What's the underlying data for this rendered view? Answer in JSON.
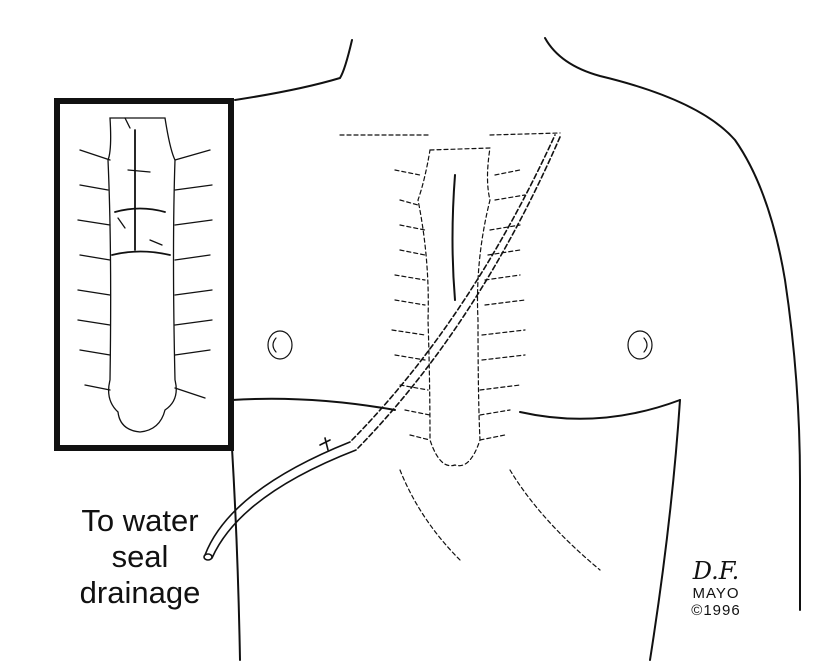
{
  "label": {
    "lines": [
      "To water",
      "seal",
      "drainage"
    ]
  },
  "signature": {
    "initials": "D.F.",
    "org": "MAYO",
    "copyright": "©1996"
  }
}
